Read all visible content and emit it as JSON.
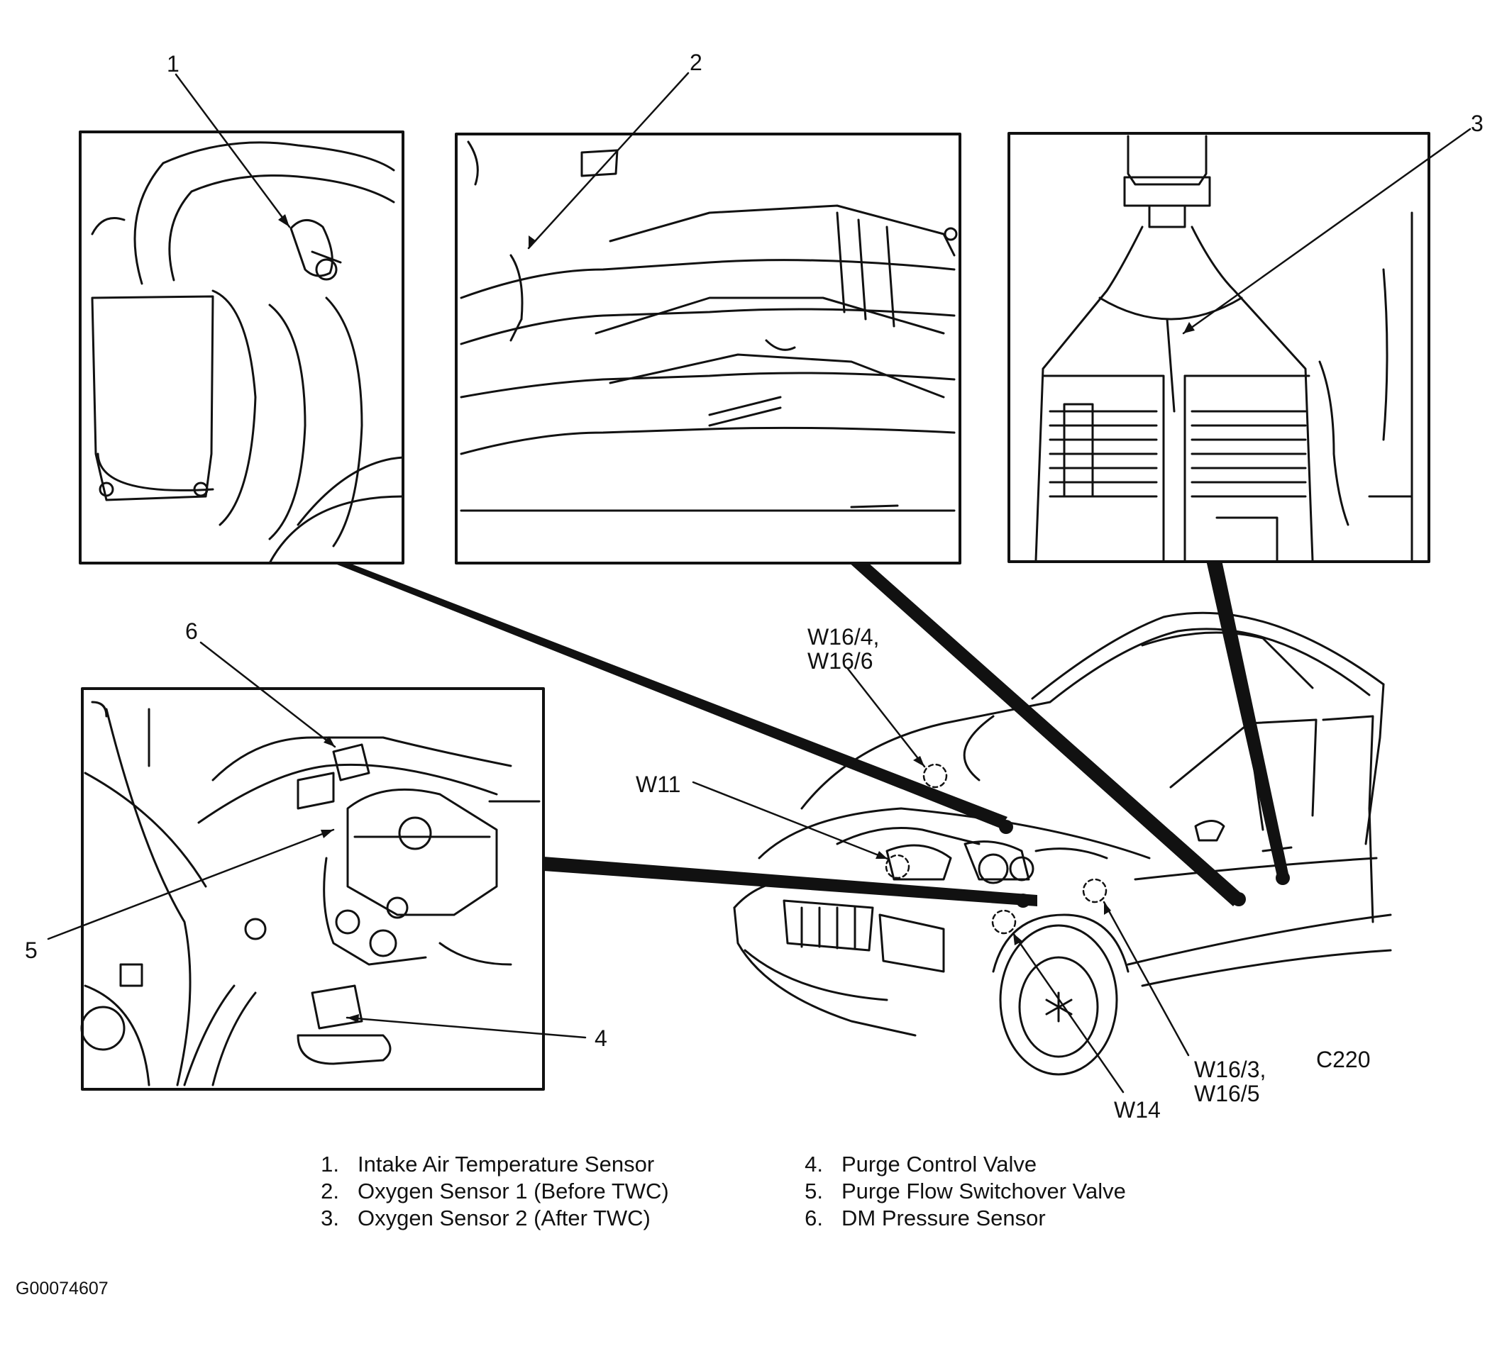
{
  "callouts": {
    "n1": "1",
    "n2": "2",
    "n3": "3",
    "n4": "4",
    "n5": "5",
    "n6": "6",
    "w16_4": "W16/4,",
    "w16_6": "W16/6",
    "w11": "W11",
    "w14": "W14",
    "w16_3": "W16/3,",
    "w16_5": "W16/5",
    "model": "C220"
  },
  "legend": {
    "left": [
      {
        "num": "1.",
        "label": "Intake Air Temperature Sensor"
      },
      {
        "num": "2.",
        "label": "Oxygen Sensor 1 (Before TWC)"
      },
      {
        "num": "3.",
        "label": "Oxygen Sensor 2 (After TWC)"
      }
    ],
    "right": [
      {
        "num": "4.",
        "label": "Purge Control Valve"
      },
      {
        "num": "5.",
        "label": "Purge Flow Switchover Valve"
      },
      {
        "num": "6.",
        "label": "DM Pressure Sensor"
      }
    ]
  },
  "figure_id": "G00074607",
  "colors": {
    "ink": "#111111",
    "paper": "#ffffff"
  }
}
